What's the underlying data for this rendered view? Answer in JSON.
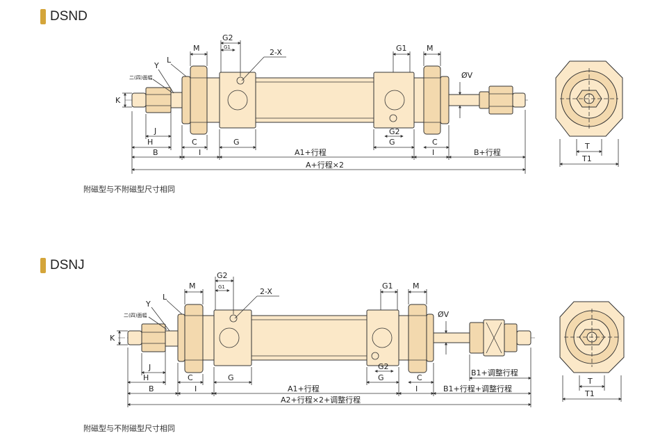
{
  "sections": [
    {
      "title": "DSND",
      "note": "附磁型与不附磁型尺寸相同",
      "labels": {
        "m_left": "M",
        "g2_top": "G2",
        "g1_top": "G1",
        "x": "2-X",
        "g1_right": "G1",
        "m_right": "M",
        "y": "Y",
        "l": "L",
        "flats": "二(四)面幅",
        "k": "K",
        "v": "ØV",
        "j": "J",
        "h": "H",
        "b": "B",
        "c_left": "C",
        "i_left": "I",
        "g_left": "G",
        "a1": "A1+行程",
        "g2_bot": "G2",
        "g_right": "G",
        "c_right": "C",
        "i_right": "I",
        "b_right": "B+行程",
        "a_total": "A+行程×2",
        "t": "T",
        "t1": "T1"
      }
    },
    {
      "title": "DSNJ",
      "note": "附磁型与不附磁型尺寸相同",
      "labels": {
        "m_left": "M",
        "g2_top": "G2",
        "g1_top": "G1",
        "x": "2-X",
        "g1_right": "G1",
        "m_right": "M",
        "y": "Y",
        "l": "L",
        "flats": "二(四)面幅",
        "k": "K",
        "v": "ØV",
        "j": "J",
        "h": "H",
        "b": "B",
        "c_left": "C",
        "i_left": "I",
        "g_left": "G",
        "a1": "A1+行程",
        "g2_bot": "G2",
        "g_right": "G",
        "c_right": "C",
        "i_right": "I",
        "b1_adj": "B1+调整行程",
        "b1_total": "B1+行程+调整行程",
        "a2_total": "A2+行程×2+调整行程",
        "t": "T",
        "t1": "T1"
      }
    }
  ]
}
